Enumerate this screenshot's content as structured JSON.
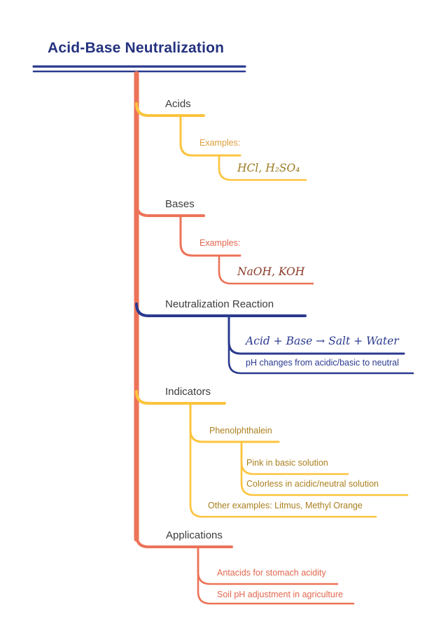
{
  "title": "Acid-Base Neutralization",
  "colors": {
    "navy": "#2b3a8f",
    "salmon": "#ec7358",
    "yellow": "#fcc43d",
    "dark_gold_text": "#ab7f1d",
    "maroon_text": "#8b3a28",
    "ink": "#3c3c3c"
  },
  "branches": {
    "acids": {
      "label": "Acids",
      "examples_label": "Examples:",
      "formula": "HCl, H₂SO₄"
    },
    "bases": {
      "label": "Bases",
      "examples_label": "Examples:",
      "formula": "NaOH, KOH"
    },
    "neutralization": {
      "label": "Neutralization Reaction",
      "equation": "Acid + Base → Salt + Water",
      "note": "pH changes from acidic/basic to neutral"
    },
    "indicators": {
      "label": "Indicators",
      "phenolphthalein_label": "Phenolphthalein",
      "pink_note": "Pink in basic solution",
      "colorless_note": "Colorless in acidic/neutral solution",
      "other_examples": "Other examples: Litmus, Methyl Orange"
    },
    "applications": {
      "label": "Applications",
      "antacids_note": "Antacids for stomach acidity",
      "soil_note": "Soil pH adjustment in agriculture"
    }
  }
}
